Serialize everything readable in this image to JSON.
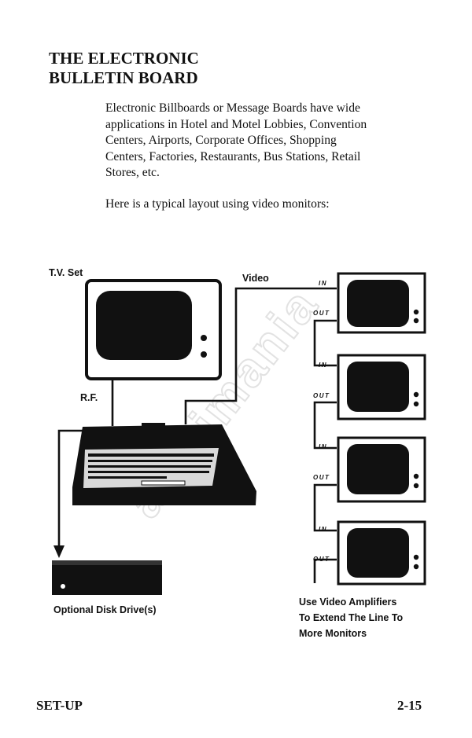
{
  "heading": {
    "line1": "THE ELECTRONIC",
    "line2": "BULLETIN BOARD"
  },
  "intro_lines": [
    "Electronic Billboards or Message Boards have wide",
    "applications in Hotel and Motel Lobbies, Convention",
    "Centers, Airports, Corporate Offices, Shopping",
    "Centers, Factories, Restaurants, Bus Stations, Retail",
    "Stores, etc."
  ],
  "layout_intro": "Here is a typical layout using video monitors:",
  "diagram": {
    "tv_label": "T.V. Set",
    "video_label": "Video",
    "rf_label": "R.F.",
    "disk_label": "Optional Disk Drive(s)",
    "port_in": "IN",
    "port_out": "OUT",
    "amp_note": [
      "Use Video Amplifiers",
      "To Extend The Line To",
      "More Monitors"
    ]
  },
  "watermark": "atarimania",
  "footer": {
    "section": "SET-UP",
    "page": "2-15"
  }
}
